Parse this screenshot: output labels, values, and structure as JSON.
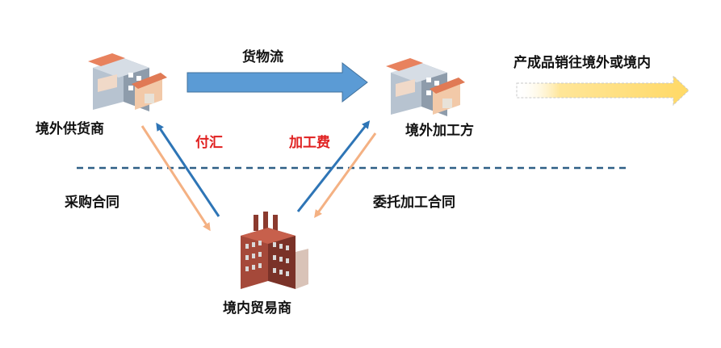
{
  "nodes": {
    "overseas_supplier": "境外供货商",
    "overseas_processor": "境外加工方",
    "domestic_trader": "境内贸易商"
  },
  "flows": {
    "goods_flow": "货物流",
    "export_note": "产成品销往境外或境内",
    "payment": "付汇",
    "processing_fee": "加工费",
    "purchase_contract": "采购合同",
    "processing_contract": "委托加工合同"
  },
  "colors": {
    "blue_arrow": "#5b9bd5",
    "orange_arrow": "#f4b183",
    "yellow_arrow": "#ffd966",
    "divider": "#2e5f86",
    "red_text": "#e02020"
  }
}
